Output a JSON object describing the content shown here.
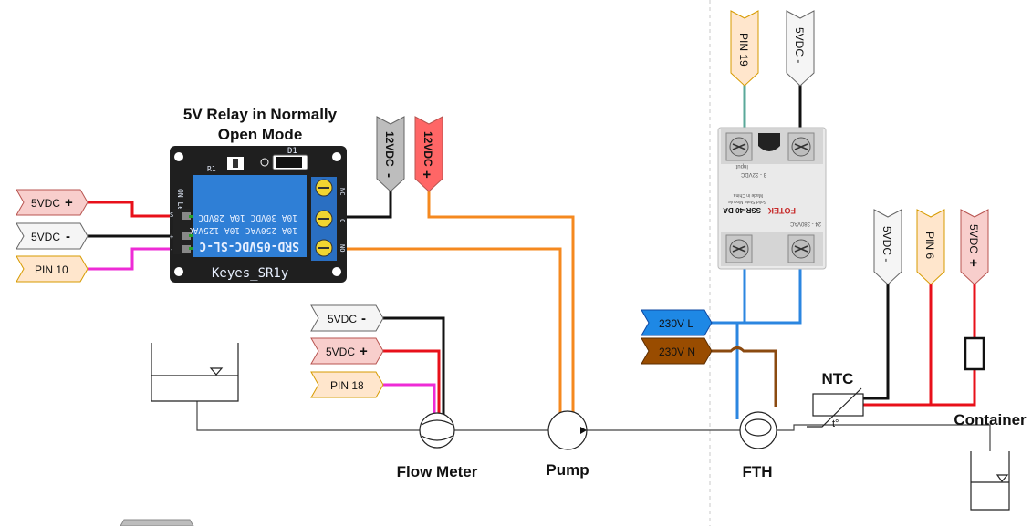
{
  "diagram": {
    "title_line1": "5V Relay in Normally",
    "title_line2": "Open Mode",
    "relay": {
      "model": "Keyes_SR1y",
      "relay_part": "SRD-05VDC-SL-C",
      "rating1": "10A 250VAC 10A 125VAC",
      "rating2": "10A 30VDC 10A 28VDC",
      "d1": "D1",
      "r1": "R1",
      "led": "ON Led",
      "pins": [
        "S",
        "+",
        "-"
      ],
      "terminals": [
        "NC",
        "C",
        "NO"
      ]
    },
    "ssr": {
      "brand": "FOTEK",
      "model": "SSR-40 DA",
      "subtitle": "Solid State Module",
      "origin": "Made in China",
      "input": "Input",
      "input_range": "3 - 32VDC",
      "output_range": "24 - 380VAC"
    },
    "tags": {
      "relay_5vdc_plus": "5VDC",
      "relay_5vdc_minus": "5VDC",
      "relay_pin10": "PIN 10",
      "relay_12vdc_minus": "12VDC",
      "relay_12vdc_plus": "12VDC",
      "flow_5vdc_minus": "5VDC",
      "flow_5vdc_plus": "5VDC",
      "flow_pin18": "PIN 18",
      "ssr_pin19": "PIN 19",
      "ssr_5vdc_minus": "5VDC -",
      "l230": "230V L",
      "n230": "230V N",
      "ntc_5vdc_minus": "5VDC -",
      "ntc_pin6": "PIN 6",
      "ntc_5vdc_plus": "5VDC",
      "plus_sign": "+",
      "minus_sign": "-"
    },
    "components": {
      "flow_meter": "Flow Meter",
      "pump": "Pump",
      "fth": "FTH",
      "ntc": "NTC",
      "container": "Container",
      "ntc_temp": "t°"
    },
    "colors": {
      "wire_red": "#e8101a",
      "wire_black": "#111111",
      "wire_magenta": "#ee2bd6",
      "wire_orange": "#f5891f",
      "wire_blue": "#2b86e0",
      "wire_brown": "#8b4a10",
      "wire_teal": "#5aa89a",
      "tag_pink": "#f8cecc",
      "tag_gray": "#f5f5f5",
      "tag_orange": "#ffe6cc",
      "tag_darkgray": "#bdbdbd",
      "tag_red": "#ff6666",
      "tag_blue": "#1e88e5",
      "tag_brown": "#994c00",
      "relay_board": "#1f1f1f",
      "relay_body": "#2f7fd6"
    }
  }
}
